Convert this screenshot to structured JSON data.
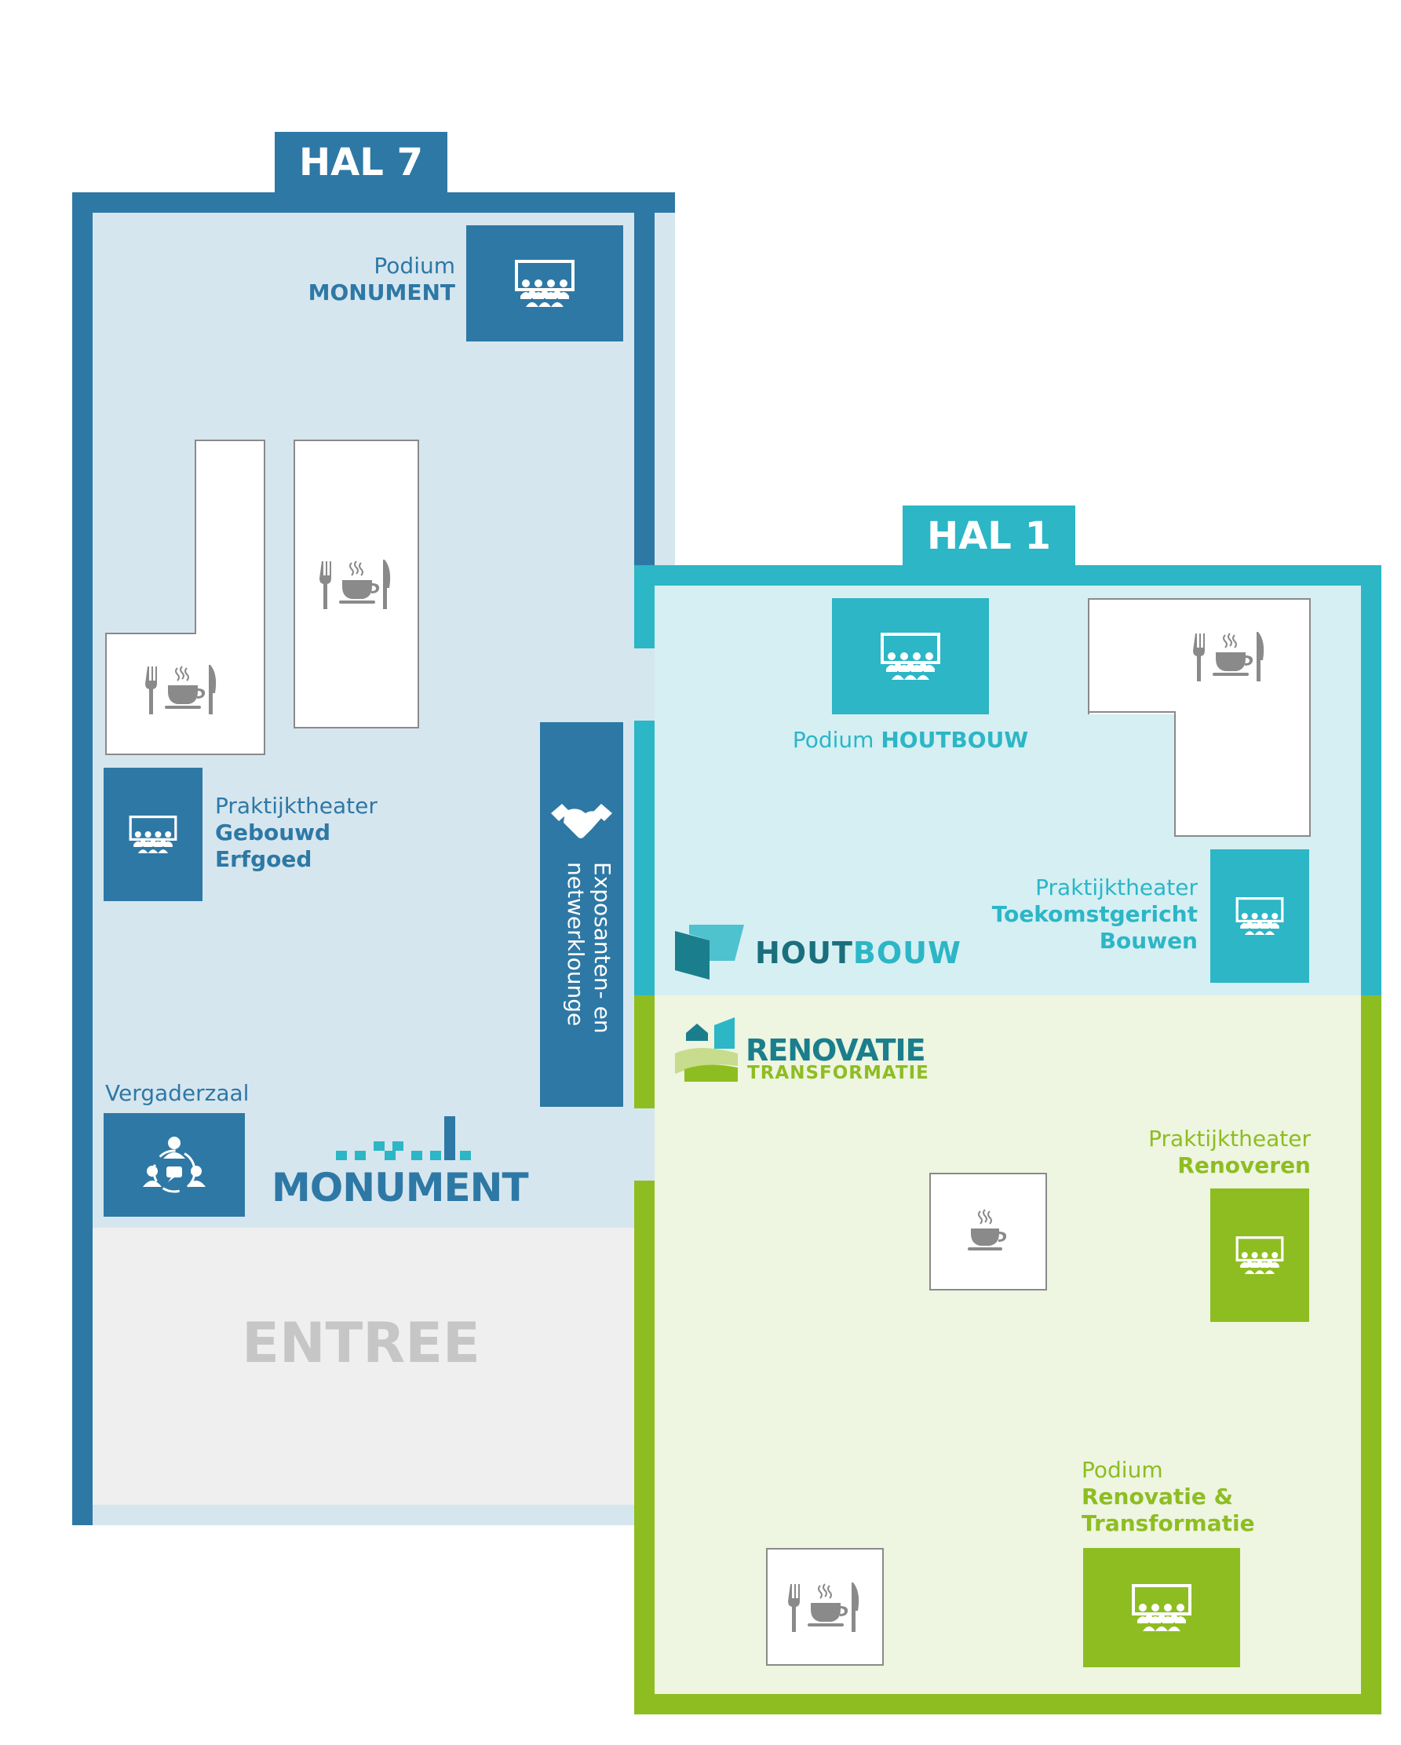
{
  "colors": {
    "hal7": "#2e78a5",
    "hal1": "#2cb6c6",
    "renovatie": "#8ebd22",
    "entree": "#c6c6c6",
    "icon_grey": "#8a8a8a"
  },
  "halls": {
    "hal7": "HAL 7",
    "hal1": "HAL 1"
  },
  "entrance": "ENTREE",
  "hal7": {
    "podium_monument": {
      "line1": "Podium",
      "line2": "MONUMENT",
      "icon": "audience-screen-icon"
    },
    "praktijktheater_erfgoed": {
      "line1": "Praktijktheater",
      "line2": "Gebouwd",
      "line3": "Erfgoed",
      "icon": "audience-screen-icon"
    },
    "lounge": {
      "line1": "Exposanten- en",
      "line2": "netwerklounge",
      "icon": "handshake-icon"
    },
    "vergaderzaal": {
      "label": "Vergaderzaal",
      "icon": "meeting-icon"
    },
    "catering": {
      "icon": "cutlery-coffee-icon"
    },
    "logo_monument": "MONUMENT"
  },
  "hal1": {
    "podium_houtbouw": {
      "line1": "Podium ",
      "line2": "HOUTBOUW",
      "icon": "audience-screen-icon"
    },
    "praktijktheater_toekomst": {
      "line1": "Praktijktheater",
      "line2": "Toekomstgericht",
      "line3": "Bouwen",
      "icon": "audience-screen-icon"
    },
    "logo_houtbouw": {
      "part1": "HOUT",
      "part2": "BOUW"
    },
    "logo_renovatie": {
      "line1": "RENOVATIE",
      "line2": "TRANSFORMATIE"
    },
    "praktijktheater_renoveren": {
      "line1": "Praktijktheater",
      "line2": "Renoveren",
      "icon": "audience-screen-icon"
    },
    "podium_renovatie": {
      "line1": "Podium",
      "line2": "Renovatie &",
      "line3": "Transformatie",
      "icon": "audience-screen-icon"
    },
    "catering": {
      "icon": "cutlery-coffee-icon"
    },
    "coffee": {
      "icon": "coffee-icon"
    }
  }
}
